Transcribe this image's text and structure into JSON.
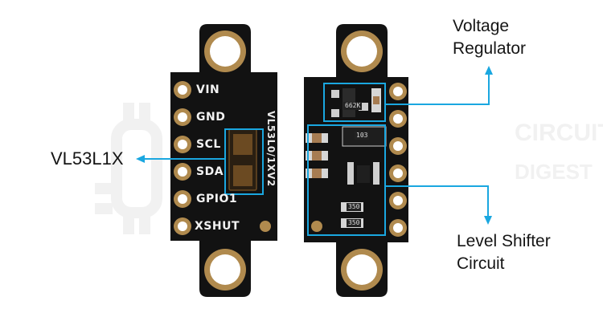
{
  "title": "VL53L1X Module Pinout",
  "watermark": {
    "line1": "CIRCUIT",
    "line2": "DIGEST"
  },
  "front_board": {
    "part_label": "VL53L0/1XV2",
    "pins": [
      "VIN",
      "GND",
      "SCL",
      "SDA",
      "GPIO1",
      "XSHUT"
    ]
  },
  "back_board": {
    "markings": {
      "regulator_ic": "662K",
      "resistor_array": "103",
      "resistor_1": "350",
      "resistor_2": "350"
    }
  },
  "annotations": {
    "sensor": "VL53L1X",
    "regulator_line1": "Voltage",
    "regulator_line2": "Regulator",
    "shifter_line1": "Level Shifter",
    "shifter_line2": "Circuit"
  },
  "colors": {
    "pcb": "#111111",
    "pad_gold": "#b08a4e",
    "hole": "#ffffff",
    "callout_blue": "#1aa7e0",
    "sensor_bronze": "#6b4a22",
    "watermark": "#f3f3f3"
  }
}
